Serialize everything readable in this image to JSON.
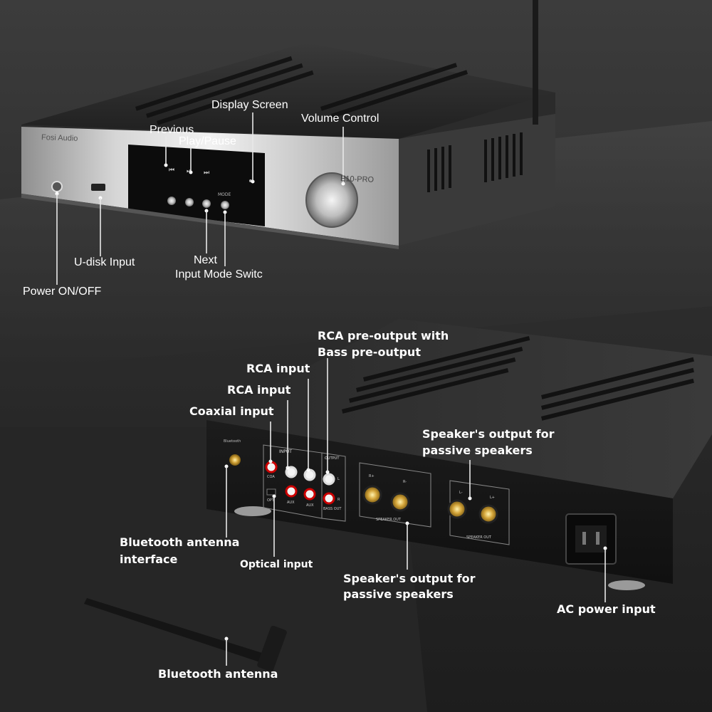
{
  "device": {
    "brand_text": "Fosi Audio",
    "model_text": "E10-PRO",
    "mode_button_text": "MODE",
    "bluetooth_text": "Bluetooth",
    "input_panel_text": "INPUT",
    "output_panel_text": "OUTPUT",
    "coa_text": "COA",
    "opt_text": "OPT",
    "aux1_text": "AUX",
    "aux2_text": "AUX",
    "bass_out_text": "BASS OUT",
    "speaker_out_text_1": "SPEAKER OUT",
    "speaker_out_text_2": "SPEAKER OUT",
    "l_text": "L",
    "r_text": "R",
    "r_plus_text": "R+",
    "r_minus_text": "R-",
    "l_minus_text": "L-",
    "l_plus_text": "L+"
  },
  "labels": {
    "display_screen": "Display Screen",
    "previous": "Previous",
    "play_pause": "Play/Pause",
    "volume_control": "Volume Control",
    "u_disk_input": "U-disk Input",
    "next": "Next",
    "input_mode_switch": "Input Mode Switc",
    "power_on_off": "Power ON/OFF",
    "rca_pre_output_line1": "RCA pre-output with",
    "rca_pre_output_line2": "Bass pre-output",
    "rca_input_1": "RCA input",
    "rca_input_2": "RCA input",
    "coaxial_input": "Coaxial input",
    "speaker_output_top_line1": "Speaker's output for",
    "speaker_output_top_line2": "passive speakers",
    "bluetooth_antenna_interface_line1": "Bluetooth antenna",
    "bluetooth_antenna_interface_line2": "interface",
    "optical_input": "Optical input",
    "speaker_output_bottom_line1": "Speaker's output for",
    "speaker_output_bottom_line2": "passive speakers",
    "ac_power_input": "AC power input",
    "bluetooth_antenna": "Bluetooth antenna"
  }
}
